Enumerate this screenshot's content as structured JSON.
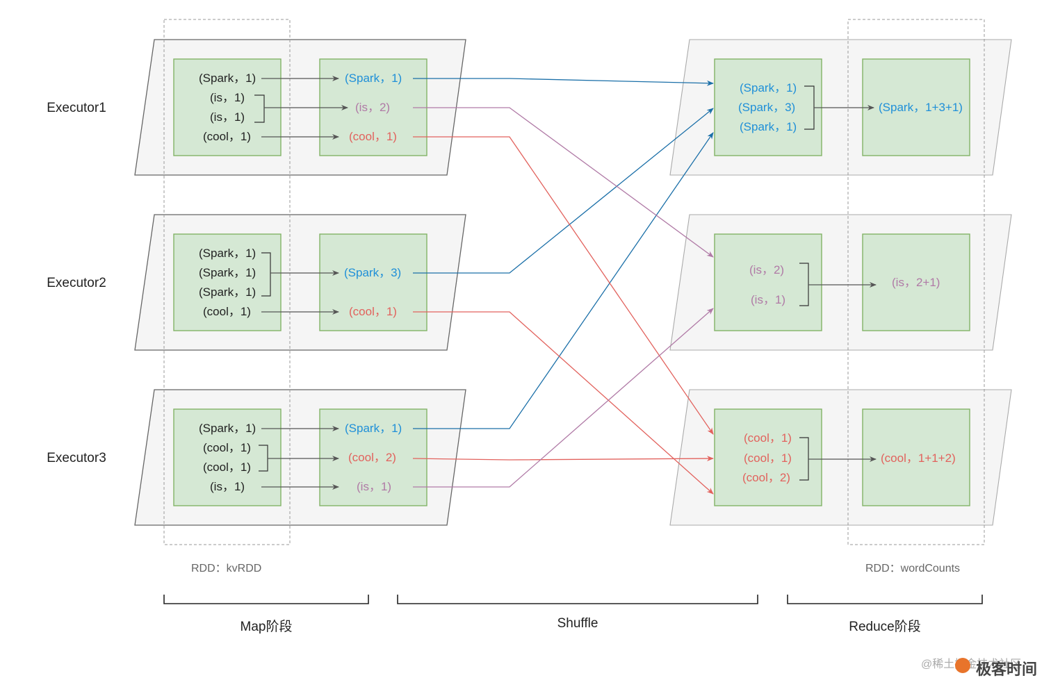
{
  "executors": [
    "Executor1",
    "Executor2",
    "Executor3"
  ],
  "map_stage": {
    "input": [
      [
        "(Spark，1)",
        "(is，1)",
        "(is，1)",
        "(cool，1)"
      ],
      [
        "(Spark，1)",
        "(Spark，1)",
        "(Spark，1)",
        "(cool，1)"
      ],
      [
        "(Spark，1)",
        "(cool，1)",
        "(cool，1)",
        "(is，1)"
      ]
    ],
    "combined": [
      [
        "(Spark，1)",
        "(is，2)",
        "(cool，1)"
      ],
      [
        "(Spark，3)",
        "(cool，1)"
      ],
      [
        "(Spark，1)",
        "(cool，2)",
        "(is，1)"
      ]
    ]
  },
  "reduce_stage": {
    "gathered": [
      [
        "(Spark，1)",
        "(Spark，3)",
        "(Spark，1)"
      ],
      [
        "(is，2)",
        "(is，1)"
      ],
      [
        "(cool，1)",
        "(cool，1)",
        "(cool，2)"
      ]
    ],
    "results": [
      "(Spark，1+3+1)",
      "(is，2+1)",
      "(cool，1+1+2)"
    ]
  },
  "rdd_labels": {
    "left": "RDD：kvRDD",
    "right": "RDD：wordCounts"
  },
  "phases": {
    "map": "Map阶段",
    "shuffle": "Shuffle",
    "reduce": "Reduce阶段"
  },
  "watermark": {
    "text_a": "@稀土掘金技术社区",
    "text_b": "极客时间"
  },
  "colors": {
    "spark": "#1f8fd8",
    "cool": "#e2625d",
    "is": "#b07aa6",
    "box_fill": "#d5e8d4",
    "box_border": "#82b366"
  }
}
